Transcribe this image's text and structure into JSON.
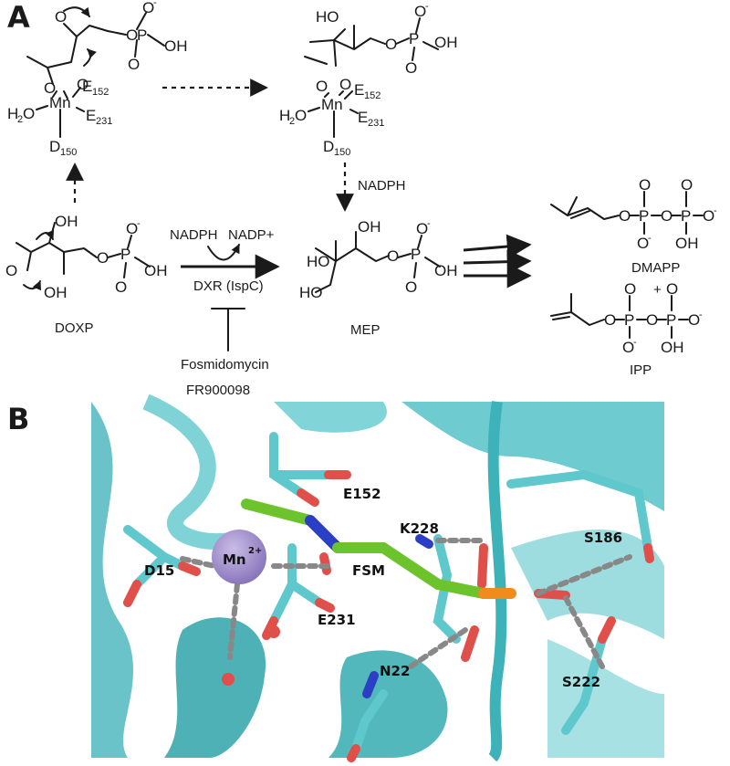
{
  "panel_a": {
    "label": "A",
    "compounds": {
      "doxp": "DOXP",
      "mep": "MEP",
      "dmapp": "DMAPP",
      "ipp": "IPP",
      "plus": "+"
    },
    "enzyme": "DXR (IspC)",
    "cofactor_in": "NADPH",
    "cofactor_out": "NADP+",
    "cofactor_step": "NADPH",
    "inhibitors": [
      "Fosmidomycin",
      "FR900098"
    ],
    "metal": "Mn",
    "residues": {
      "e152": {
        "main": "E",
        "sub": "152"
      },
      "e231": {
        "main": "E",
        "sub": "231"
      },
      "d150": {
        "main": "D",
        "sub": "150"
      }
    },
    "atoms": {
      "O": "O",
      "OH": "OH",
      "HO": "HO",
      "P": "P",
      "Ominus": "O",
      "minus": "-",
      "H2O_H": "H",
      "H2O_2": "2",
      "H2O_O": "O"
    }
  },
  "panel_b": {
    "label": "B",
    "residues": [
      "E152",
      "K228",
      "D15",
      "FSM",
      "E231",
      "S186",
      "N22",
      "S222"
    ],
    "metal_label": "Mn",
    "metal_charge": "2+"
  },
  "colors": {
    "protein": "#5fc8cc",
    "protein_dark": "#2a9aa0",
    "oxygen": "#e0504a",
    "nitrogen": "#2b3fc4",
    "carbon_fsm": "#6cc32c",
    "phosphorus": "#f08c1e",
    "manganese": "#9b88c9"
  }
}
